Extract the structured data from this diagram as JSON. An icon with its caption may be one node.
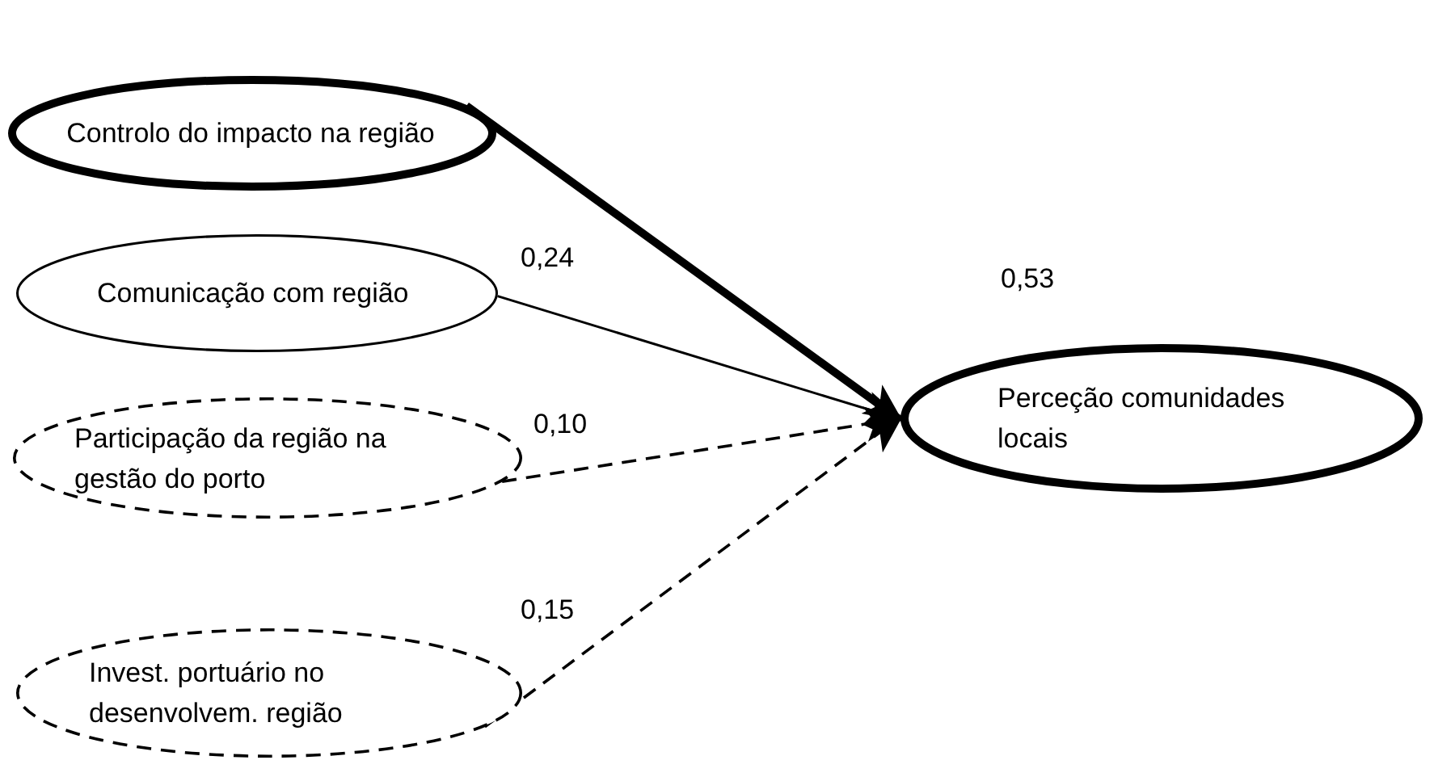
{
  "diagram": {
    "nodes": [
      {
        "text": [
          "Controlo do impacto na região"
        ]
      },
      {
        "text": [
          "Comunicação com região"
        ]
      },
      {
        "text": [
          "Participação da região na gestão do porto"
        ]
      },
      {
        "text": [
          "Invest. portuário no desenvolvem. região"
        ]
      },
      {
        "text": [
          "Perceção comunidades locais"
        ],
        "beside": [
          "0,53"
        ]
      }
    ],
    "edges": [
      {
        "from": 0,
        "to": 4,
        "arrow": "to",
        "style": "thick"
      },
      {
        "from": 1,
        "to": 4,
        "arrow": "to",
        "label": "0,24"
      },
      {
        "from": 2,
        "to": 4,
        "arrow": "to",
        "style": "dashed",
        "label": "0,10"
      },
      {
        "from": 3,
        "to": 4,
        "arrow": "to",
        "style": "dashed",
        "label": "0,15"
      }
    ]
  }
}
